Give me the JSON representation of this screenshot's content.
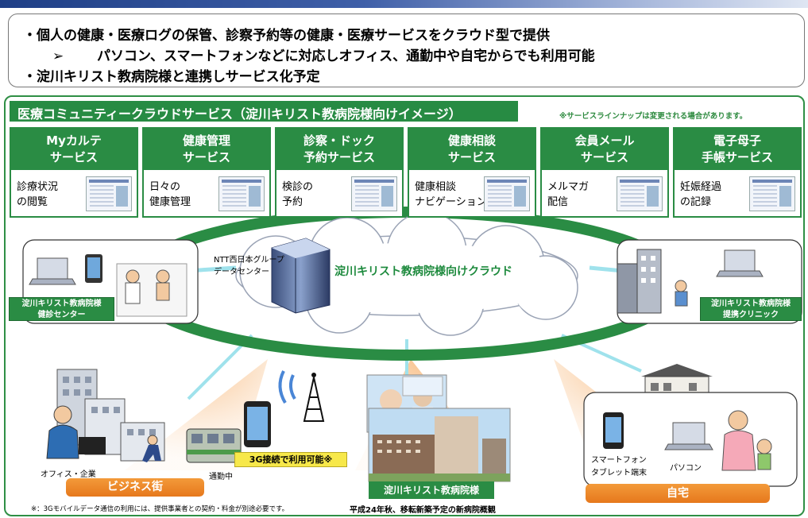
{
  "bullets": [
    "・個人の健康・医療ログの保管、診察予約等の健康・医療サービスをクラウド型で提供",
    "パソコン、スマートフォンなどに対応しオフィス、通勤中や自宅からでも利用可能",
    "・淀川キリスト教病院様と連携しサービス化予定"
  ],
  "sub_bullet_marker": "➢",
  "title": "医療コミュニティークラウドサービス（淀川キリスト教病院様向けイメージ）",
  "lineup_note": "※サービスラインナップは変更される場合があります。",
  "services": [
    {
      "name_line1": "Myカルテ",
      "name_line2": "サービス",
      "desc_line1": "診療状況",
      "desc_line2": "の閲覧"
    },
    {
      "name_line1": "健康管理",
      "name_line2": "サービス",
      "desc_line1": "日々の",
      "desc_line2": "健康管理"
    },
    {
      "name_line1": "診察・ドック",
      "name_line2": "予約サービス",
      "desc_line1": "検診の",
      "desc_line2": "予約"
    },
    {
      "name_line1": "健康相談",
      "name_line2": "サービス",
      "desc_line1": "健康相談",
      "desc_line2": "ナビゲーション"
    },
    {
      "name_line1": "会員メール",
      "name_line2": "サービス",
      "desc_line1": "メルマガ",
      "desc_line2": "配信"
    },
    {
      "name_line1": "電子母子",
      "name_line2": "手帳サービス",
      "desc_line1": "妊娠経過",
      "desc_line2": "の記録"
    }
  ],
  "datacenter": {
    "line1": "NTT西日本グループ",
    "line2": "データセンター"
  },
  "cloud_label": "淀川キリスト教病院様向けクラウド",
  "left_site": {
    "line1": "淀川キリスト教病院様",
    "line2": "健診センター"
  },
  "right_site": {
    "line1": "淀川キリスト教病院様",
    "line2": "提携クリニック"
  },
  "office_label": "オフィス・企業",
  "commute_label": "通勤中",
  "mobile_note": "3G接続で利用可能※",
  "business_district": "ビジネス街",
  "hospital_label": "淀川キリスト教病院様",
  "new_hospital_caption": "平成24年秋、移転新築予定の新病院概観",
  "home_devices": {
    "phone_line1": "スマートフォン",
    "phone_line2": "タブレット端末",
    "pc": "パソコン"
  },
  "home": "自宅",
  "footnote": "※：3Gモバイルデータ通信の利用には、提供事業者との契約・料金が別途必要です。",
  "colors": {
    "green": "#2a8c44",
    "orange": "#e6781c",
    "yellow": "#f7e84a",
    "cloud_label": "#1d8a3d"
  },
  "icons": [
    "laptop-icon",
    "tablet-icon",
    "doctor-icon",
    "datacenter-building-icon",
    "clinic-building-icon",
    "office-buildings-icon",
    "businessman-icon",
    "runner-icon",
    "train-icon",
    "radio-tower-icon",
    "smartphone-icon",
    "hospital-photo-icon",
    "house-icon",
    "mother-child-icon"
  ]
}
